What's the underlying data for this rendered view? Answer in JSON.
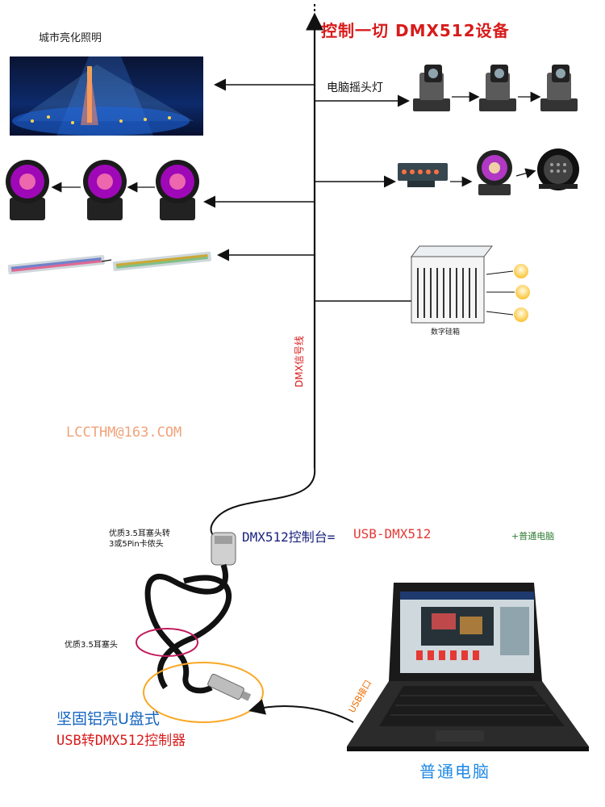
{
  "title": "控制一切 DMX512设备",
  "city_label": "城市亮化照明",
  "moving_head_label": "电脑摇头灯",
  "dimmer_cabinet_label": "数字硅箱",
  "dmx_signal_label": "DMX信号线",
  "email": "LCCTHM@163.COM",
  "equation": {
    "part_a": "DMX512控制台=",
    "part_b": "USB-DMX512",
    "part_c": "+普通电脑"
  },
  "jack_label_line1": "优质3.5耳塞头转",
  "jack_label_line2": "3或5Pin卡侬头",
  "jack_label_2": "优质3.5耳塞头",
  "caption_line1": "坚固铝壳U盘式",
  "caption_line2": "USB转DMX512控制器",
  "usb_port_label": "USB接口",
  "pc_label": "普通电脑",
  "colors": {
    "title_red": "#d81b1b",
    "blue": "#1565c0",
    "email": "#f0a27a",
    "equation_navy": "#1a237e",
    "equation_green": "#2e7d32"
  }
}
